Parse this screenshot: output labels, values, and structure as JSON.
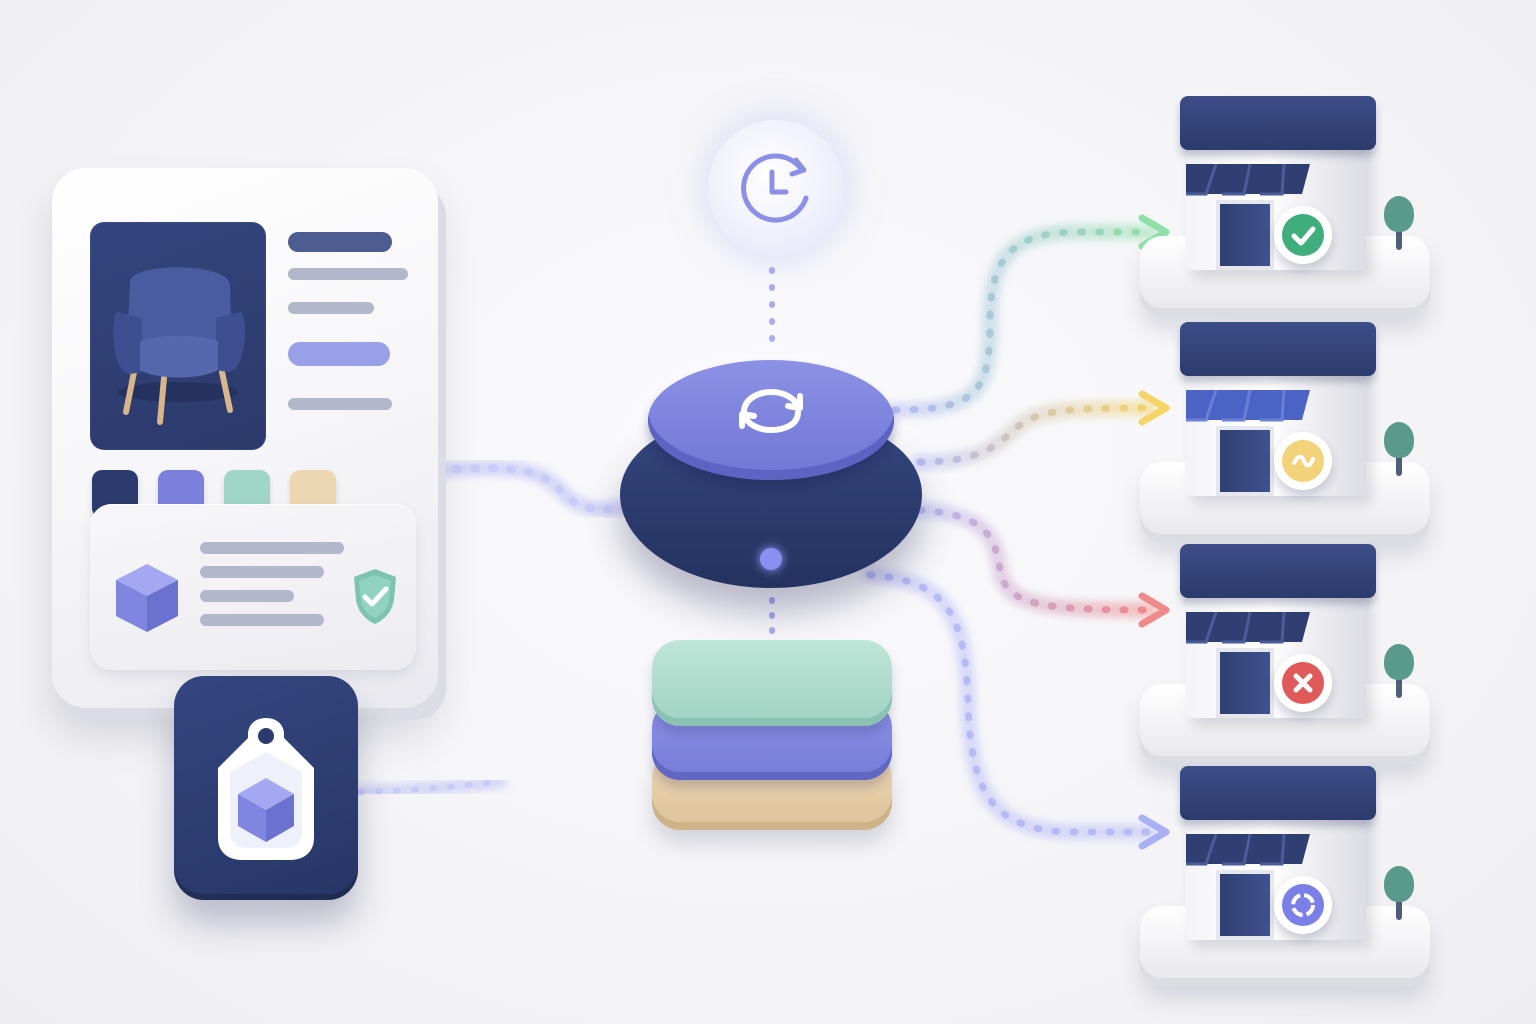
{
  "colors": {
    "navy": "#2b3b6d",
    "periwinkle": "#7a80dc",
    "mint": "#9fd6c6",
    "sand": "#ecd7b2",
    "success": "#3fae7c",
    "warning": "#e9b949",
    "error": "#e05a5a",
    "sync": "#7a80e8",
    "flow": "#a9aef5"
  },
  "icons": {
    "product": "armchair-icon",
    "package": "cube-icon",
    "verified": "shield-check-icon",
    "tag": "price-tag-icon",
    "scheduler": "clock-sync-icon",
    "hub": "sync-icon",
    "storage": "layer-stack-icon",
    "store": "storefront-icon"
  },
  "product_card": {
    "swatches": [
      "#2b3b6d",
      "#7a80dc",
      "#9fd6c6",
      "#ecd7b2"
    ]
  },
  "stores": [
    {
      "status": "success",
      "status_icon": "check-icon"
    },
    {
      "status": "pending",
      "status_icon": "wave-icon"
    },
    {
      "status": "failed",
      "status_icon": "x-icon"
    },
    {
      "status": "syncing",
      "status_icon": "refresh-icon"
    }
  ]
}
